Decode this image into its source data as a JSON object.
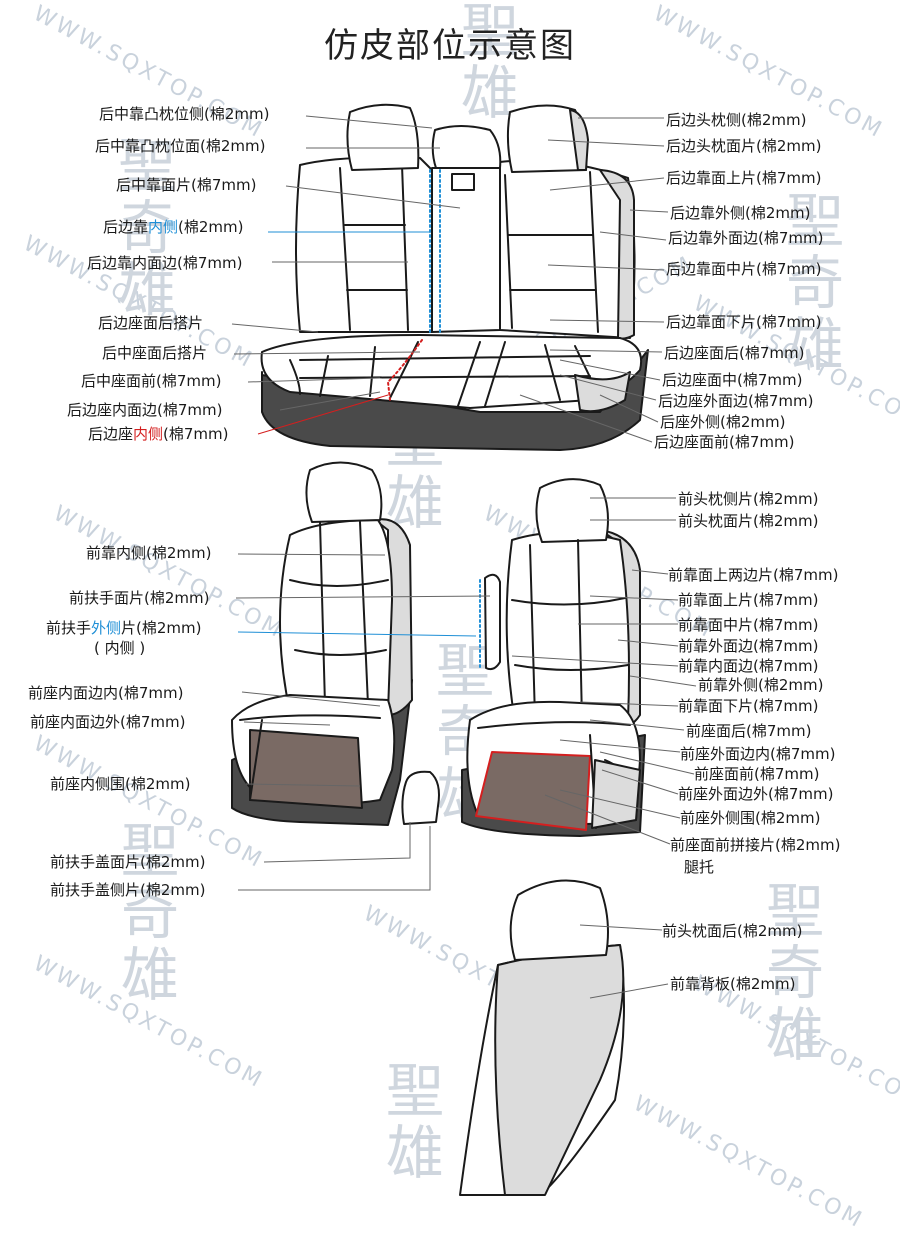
{
  "title": "仿皮部位示意图",
  "watermark": {
    "url": "WWW.SQXTOP.COM",
    "chars": [
      "聖",
      "奇",
      "雄"
    ]
  },
  "colors": {
    "outline": "#1a1a1a",
    "seat_fill": "#ffffff",
    "side_fill": "#dcdcdc",
    "base_fill": "#4a4a4a",
    "brown_fill": "#7a6a64",
    "blue": "#1f8fd6",
    "red": "#d41f1f",
    "leader": "#666666"
  },
  "labels": {
    "l1": {
      "text": "后中靠凸枕位侧(棉2mm)"
    },
    "l2": {
      "text": "后中靠凸枕位面(棉2mm)"
    },
    "l3": {
      "text": "后中靠面片(棉7mm)"
    },
    "l4": {
      "pre": "后边靠",
      "hl": "内侧",
      "post": "(棉2mm)"
    },
    "l5": {
      "text": "后边靠内面边(棉7mm)"
    },
    "l6": {
      "text": "后边座面后搭片"
    },
    "l7": {
      "text": "后中座面后搭片"
    },
    "l8": {
      "text": "后中座面前(棉7mm)"
    },
    "l9": {
      "text": "后边座内面边(棉7mm)"
    },
    "l10": {
      "pre": "后边座",
      "hl": "内侧",
      "post": "(棉7mm)"
    },
    "r1": {
      "text": "后边头枕侧(棉2mm)"
    },
    "r2": {
      "text": "后边头枕面片(棉2mm)"
    },
    "r3": {
      "text": "后边靠面上片(棉7mm)"
    },
    "r4": {
      "text": "后边靠外侧(棉2mm)"
    },
    "r5": {
      "text": "后边靠外面边(棉7mm)"
    },
    "r6": {
      "text": "后边靠面中片(棉7mm)"
    },
    "r7": {
      "text": "后边靠面下片(棉7mm)"
    },
    "r8": {
      "text": "后边座面后(棉7mm)"
    },
    "r9": {
      "text": "后边座面中(棉7mm)"
    },
    "r10": {
      "text": "后边座外面边(棉7mm)"
    },
    "r11": {
      "text": "后座外侧(棉2mm)"
    },
    "r12": {
      "text": "后边座面前(棉7mm)"
    },
    "m1": {
      "text": "前靠内侧(棉2mm)"
    },
    "m2": {
      "text": "前扶手面片(棉2mm)"
    },
    "m3": {
      "pre": "前扶手",
      "hl": "外侧",
      "post": "片(棉2mm)"
    },
    "m3b": {
      "text": "( 内侧 )"
    },
    "m4": {
      "text": "前座内面边内(棉7mm)"
    },
    "m5": {
      "text": "前座内面边外(棉7mm)"
    },
    "m6": {
      "text": "前座内侧围(棉2mm)"
    },
    "m7": {
      "text": "前扶手盖面片(棉2mm)"
    },
    "m8": {
      "text": "前扶手盖侧片(棉2mm)"
    },
    "n1": {
      "text": "前头枕侧片(棉2mm)"
    },
    "n2": {
      "text": "前头枕面片(棉2mm)"
    },
    "n3": {
      "text": "前靠面上两边片(棉7mm)"
    },
    "n4": {
      "text": "前靠面上片(棉7mm)"
    },
    "n5": {
      "text": "前靠面中片(棉7mm)"
    },
    "n6": {
      "text": "前靠外面边(棉7mm)"
    },
    "n7": {
      "text": "前靠内面边(棉7mm)"
    },
    "n8": {
      "text": "前靠外侧(棉2mm)"
    },
    "n9": {
      "text": "前靠面下片(棉7mm)"
    },
    "n10": {
      "text": "前座面后(棉7mm)"
    },
    "n11": {
      "text": "前座外面边内(棉7mm)"
    },
    "n12": {
      "text": "前座面前(棉7mm)"
    },
    "n13": {
      "text": "前座外面边外(棉7mm)"
    },
    "n14": {
      "text": "前座外侧围(棉2mm)"
    },
    "n15": {
      "text": "前座面前拼接片(棉2mm)"
    },
    "n16": {
      "text": "腿托"
    },
    "b1": {
      "text": "前头枕面后(棉2mm)"
    },
    "b2": {
      "text": "前靠背板(棉2mm)"
    }
  }
}
